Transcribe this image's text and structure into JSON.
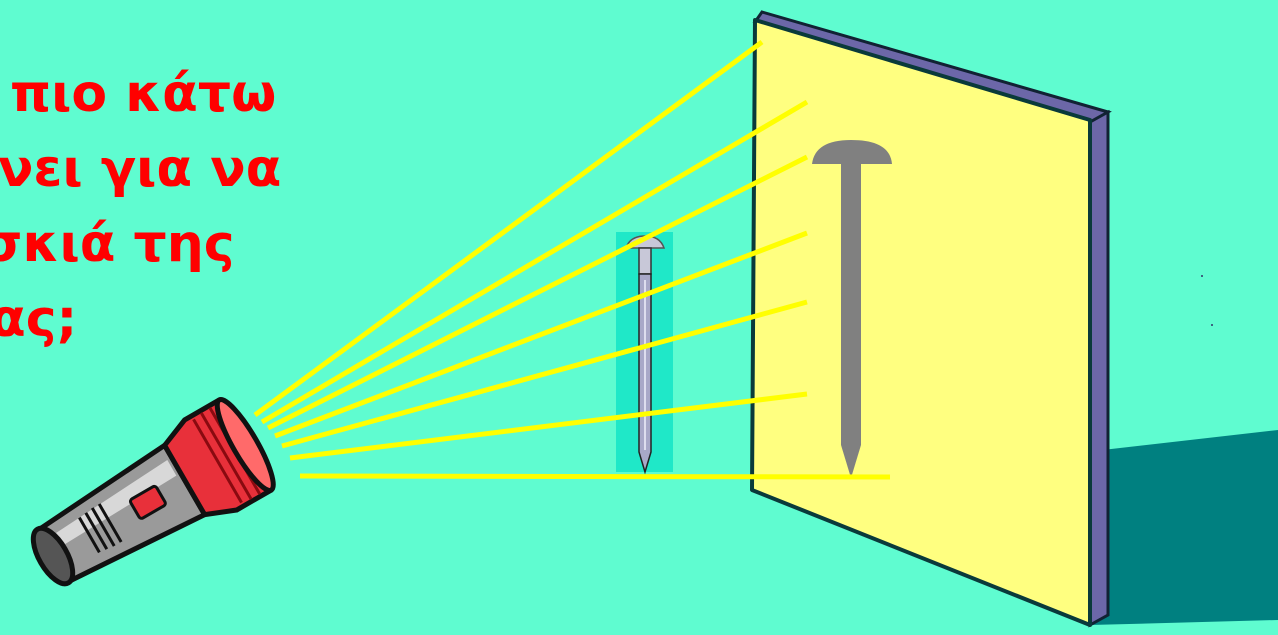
{
  "caption": {
    "lines": [
      "πιο κάτω",
      "νει για να",
      " σκιά της",
      "ας;"
    ]
  },
  "colors": {
    "background": "#5ffcd0",
    "caption_text": "#ff0000",
    "screen": "#ffff80",
    "screen_edge": "#6c67a8",
    "light_beam": "#ffff00",
    "nail_shadow": "#808080",
    "floor_shadow": "#008080",
    "flashlight_head": "#e8303a"
  },
  "icons": {
    "flashlight": "flashlight-icon",
    "nail": "nail-icon",
    "screen": "screen-panel",
    "shadow": "nail-shadow"
  }
}
